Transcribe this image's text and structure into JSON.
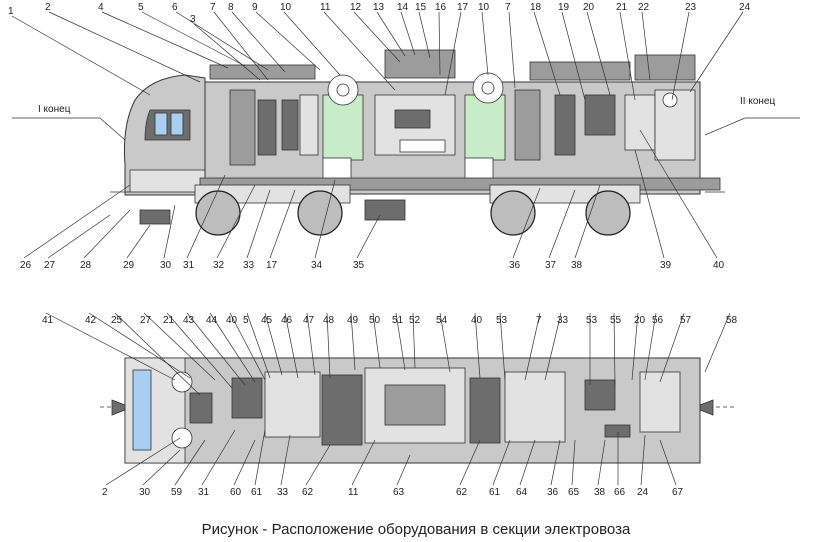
{
  "caption": "Рисунок - Расположение оборудования в секции электровоза",
  "end_labels": {
    "first": "I конец",
    "second": "II конец"
  },
  "side_top_labels": [
    "1",
    "2",
    "4",
    "5",
    "6",
    "3",
    "7",
    "8",
    "9",
    "10",
    "11",
    "12",
    "13",
    "14",
    "15",
    "16",
    "17",
    "10",
    "7",
    "18",
    "19",
    "20",
    "21",
    "22",
    "23",
    "24"
  ],
  "side_bottom_labels": [
    "26",
    "27",
    "28",
    "29",
    "30",
    "31",
    "32",
    "33",
    "17",
    "34",
    "35",
    "36",
    "37",
    "38",
    "39",
    "40"
  ],
  "plan_top_labels": [
    "41",
    "42",
    "25",
    "27",
    "21",
    "43",
    "44",
    "40",
    "5",
    "45",
    "46",
    "47",
    "48",
    "49",
    "50",
    "51",
    "52",
    "54",
    "40",
    "53",
    "7",
    "33",
    "53",
    "55",
    "20",
    "56",
    "57",
    "58"
  ],
  "plan_bottom_labels": [
    "2",
    "30",
    "59",
    "31",
    "60",
    "61",
    "33",
    "62",
    "11",
    "63",
    "62",
    "61",
    "64",
    "36",
    "65",
    "38",
    "66",
    "24",
    "67"
  ]
}
